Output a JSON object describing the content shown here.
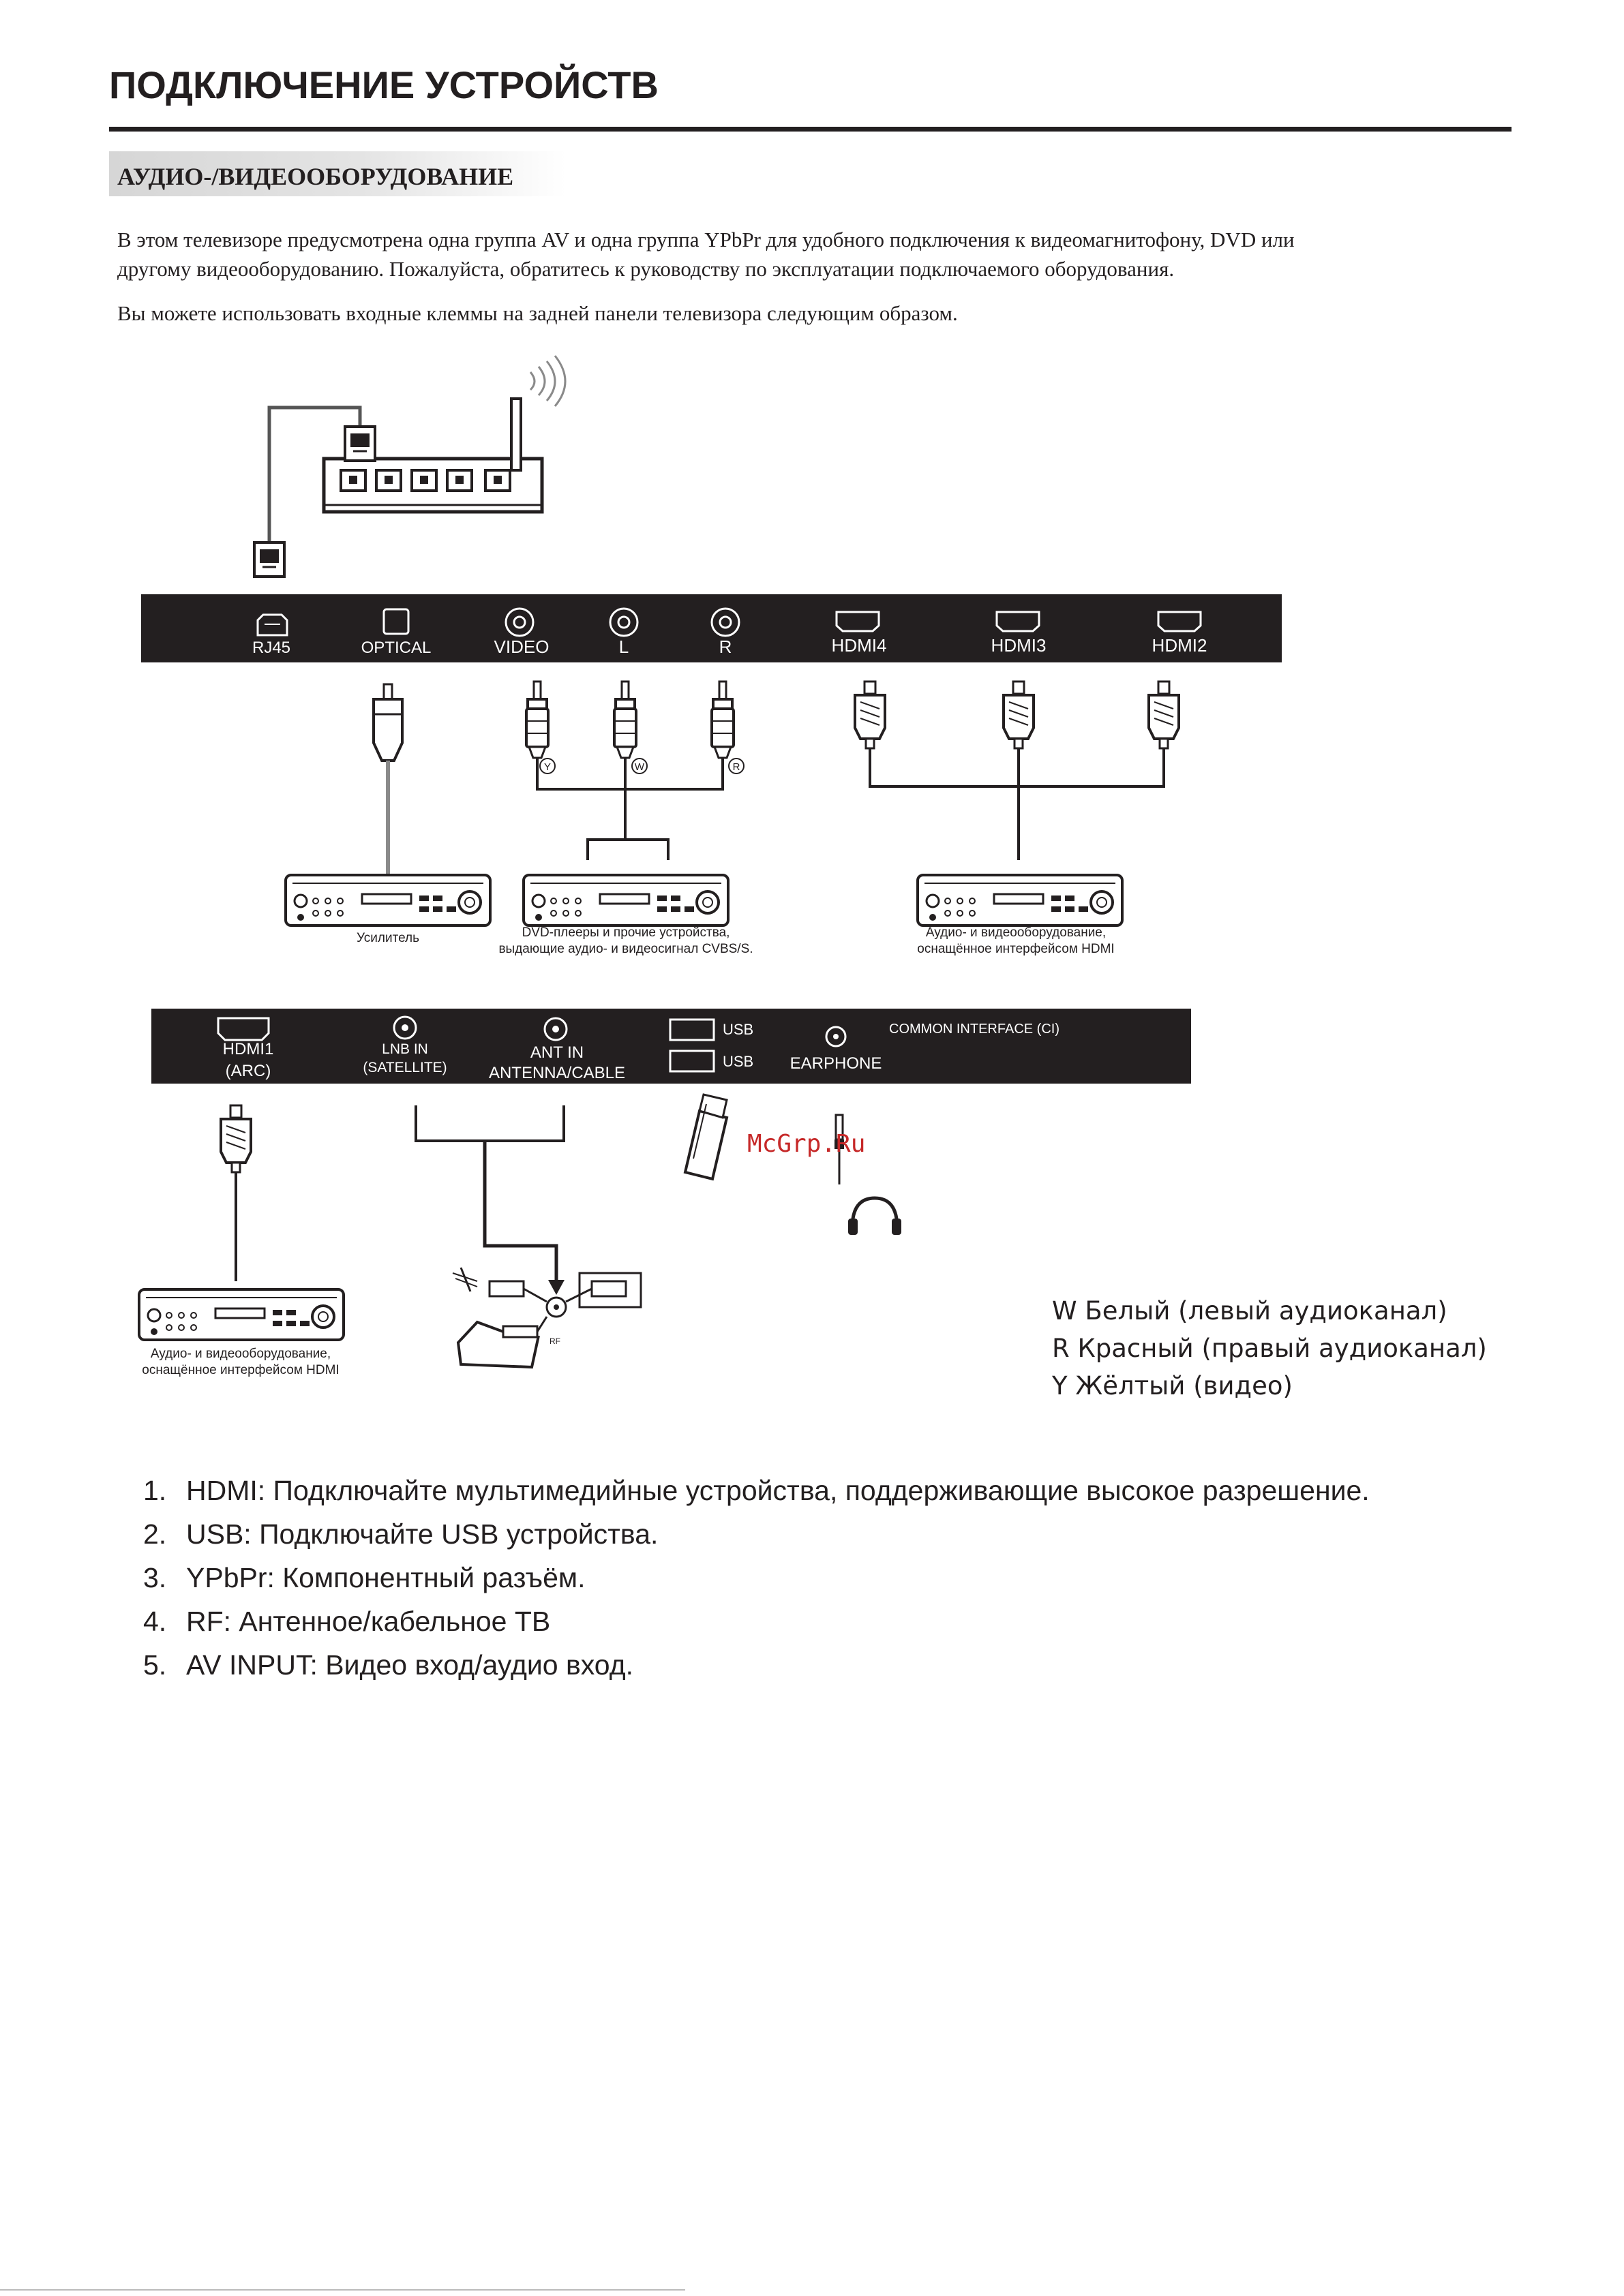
{
  "header": {
    "title": "ПОДКЛЮЧЕНИЕ УСТРОЙСТВ",
    "section": "АУДИО-/ВИДЕООБОРУДОВАНИЕ"
  },
  "intro": {
    "line1": "В этом телевизоре предусмотрена одна группа AV и одна группа YPbPr для удобного подключения к видеомагнитофону, DVD или",
    "line2": "другому видеооборудованию. Пожалуйста, обратитесь к руководству по эксплуатации подключаемого оборудования.",
    "line3": "Вы можете использовать входные клеммы на задней панели телевизора следующим образом."
  },
  "panel1": {
    "ports": {
      "rj45": "RJ45",
      "optical": "OPTICAL",
      "video": "VIDEO",
      "l": "L",
      "r": "R",
      "hdmi4": "HDMI4",
      "hdmi3": "HDMI3",
      "hdmi2": "HDMI2"
    },
    "plug_letters": {
      "y": "Y",
      "w": "W",
      "r": "R"
    },
    "devices": {
      "amplifier": "Усилитель",
      "dvd_line1": "DVD-плееры и прочие устройства,",
      "dvd_line2": "выдающие аудио- и видеосигнал CVBS/S.",
      "hdmi_dev_line1": "Аудио- и видеооборудование,",
      "hdmi_dev_line2": "оснащённое интерфейсом HDMI"
    }
  },
  "panel2": {
    "ports": {
      "hdmi1_line1": "HDMI1",
      "hdmi1_line2": "(ARC)",
      "lnb_line1": "LNB IN",
      "lnb_line2": "(SATELLITE)",
      "ant_line1": "ANT IN",
      "ant_line2": "ANTENNA/CABLE",
      "usb1": "USB",
      "usb2": "USB",
      "earphone": "EARPHONE",
      "ci": "COMMON  INTERFACE (CI)"
    },
    "devices": {
      "hdmi_dev_line1": "Аудио- и видеооборудование,",
      "hdmi_dev_line2": "оснащённое интерфейсом HDMI"
    },
    "rf_label": "RF"
  },
  "legend": {
    "w": "W Белый (левый аудиоканал)",
    "r": "R Красный (правый аудиоканал)",
    "y": "Y Жёлтый (видео)"
  },
  "list": [
    {
      "num": "1.",
      "text": "HDMI: Подключайте мультимедийные устройства, поддерживающие высокое разрешение."
    },
    {
      "num": "2.",
      "text": "USB: Подключайте USB устройства."
    },
    {
      "num": "3.",
      "text": "YPbPr: Компонентный разъём."
    },
    {
      "num": "4.",
      "text": "RF: Антенное/кабельное ТВ"
    },
    {
      "num": "5.",
      "text": "AV INPUT: Видео вход/аудио вход."
    }
  ],
  "watermark": "McGrp.Ru"
}
